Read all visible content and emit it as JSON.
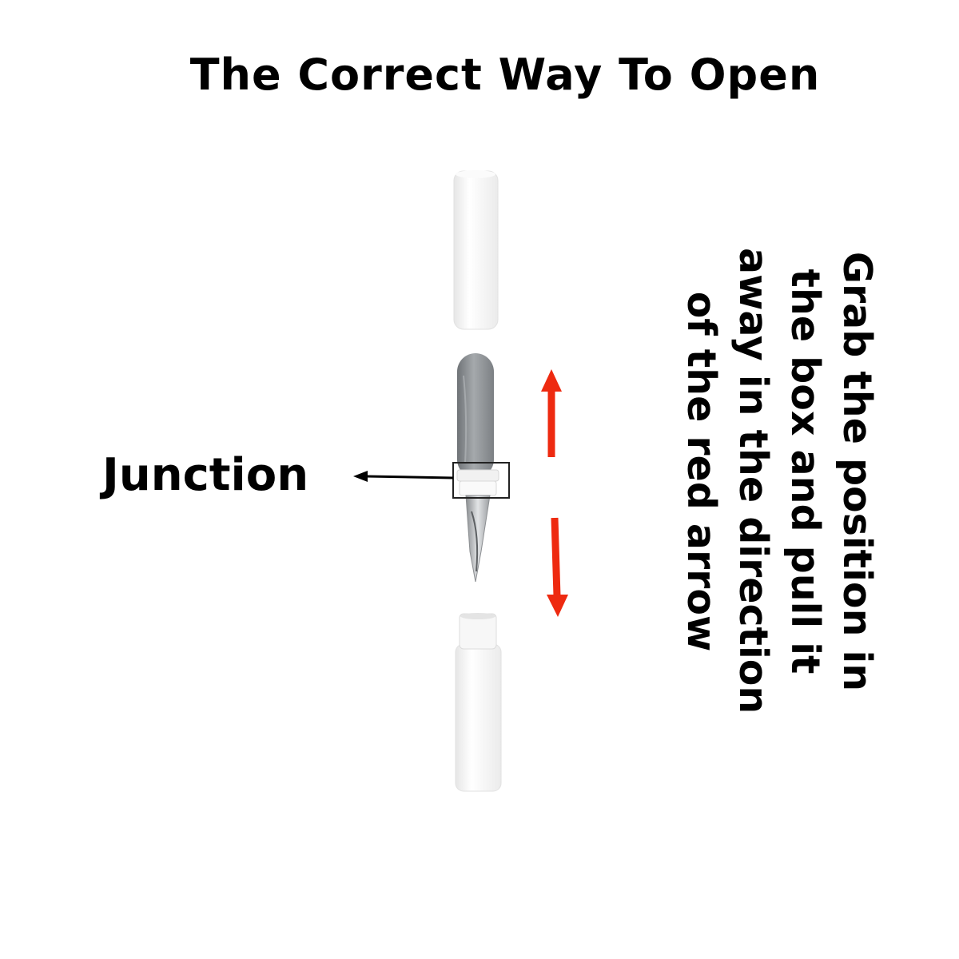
{
  "title": "The Correct Way To Open",
  "junction_label": "Junction",
  "instructions": {
    "lines": [
      "Grab the position in",
      "the box and pull it",
      "away in the direction",
      "of the red arrow"
    ]
  },
  "colors": {
    "arrow_red": "#ee2a10",
    "cap_white": "#f4f4f4",
    "brush_gray": "#8f9396",
    "label_black": "#000000"
  },
  "icons": {
    "arrow_up": "arrow-up-icon",
    "arrow_down": "arrow-down-icon"
  }
}
